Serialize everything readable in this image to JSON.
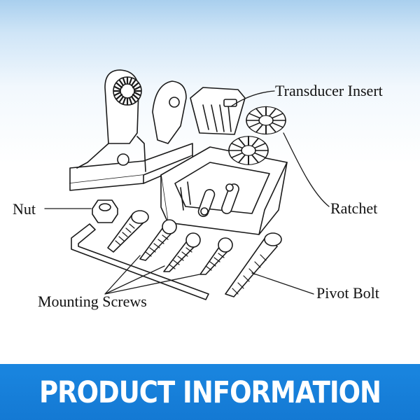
{
  "labels": {
    "transducer_insert": "Transducer Insert",
    "ratchet": "Ratchet",
    "nut": "Nut",
    "mounting_screws": "Mounting Screws",
    "pivot_bolt": "Pivot Bolt"
  },
  "banner": {
    "title": "PRODUCT INFORMATION"
  },
  "colors": {
    "banner": "#1479d3",
    "line": "#1a1a1a",
    "background_top": "#a9cfee"
  }
}
